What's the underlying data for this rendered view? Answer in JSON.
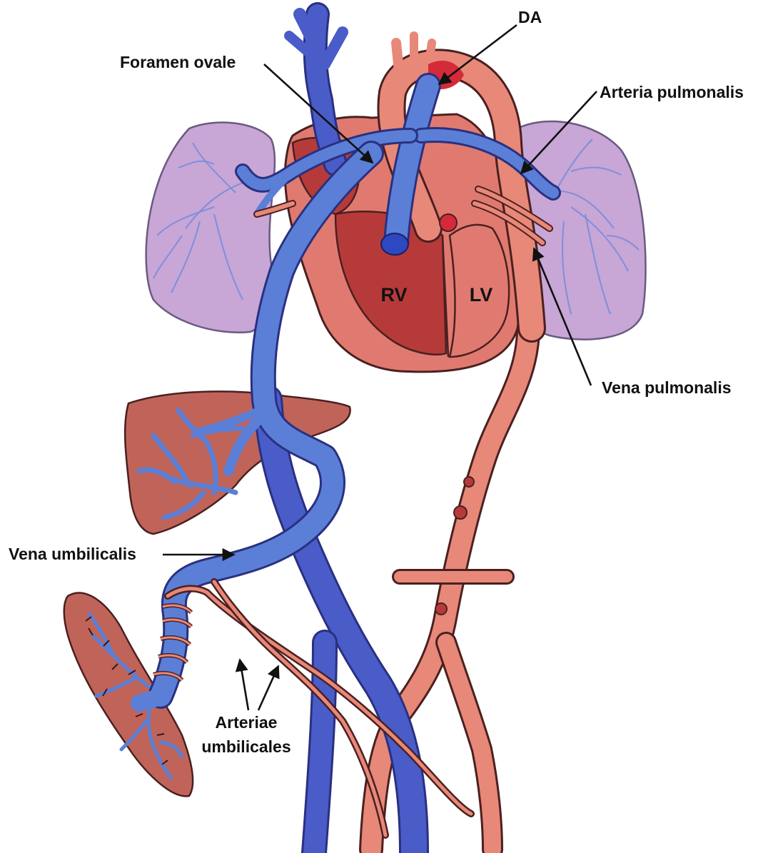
{
  "labels": {
    "da": "DA",
    "foramen_ovale": "Foramen ovale",
    "arteria_pulmonalis": "Arteria pulmonalis",
    "vena_pulmonalis": "Vena pulmonalis",
    "vena_umbilicalis": "Vena umbilicalis",
    "arteriae_line1": "Arteriae",
    "arteriae_line2": "umbilicales",
    "rv": "RV",
    "lv": "LV"
  },
  "colors": {
    "vein_blue": "#5b7fd6",
    "vein_dark": "#4a5cc8",
    "artery_pink": "#e88878",
    "heart_dark": "#b73a3a",
    "heart_light": "#e07a70",
    "lung": "#c8a6d6",
    "lung_vessel": "#7f8fd9",
    "liver": "#c0645a",
    "da_red": "#d42a3a"
  }
}
